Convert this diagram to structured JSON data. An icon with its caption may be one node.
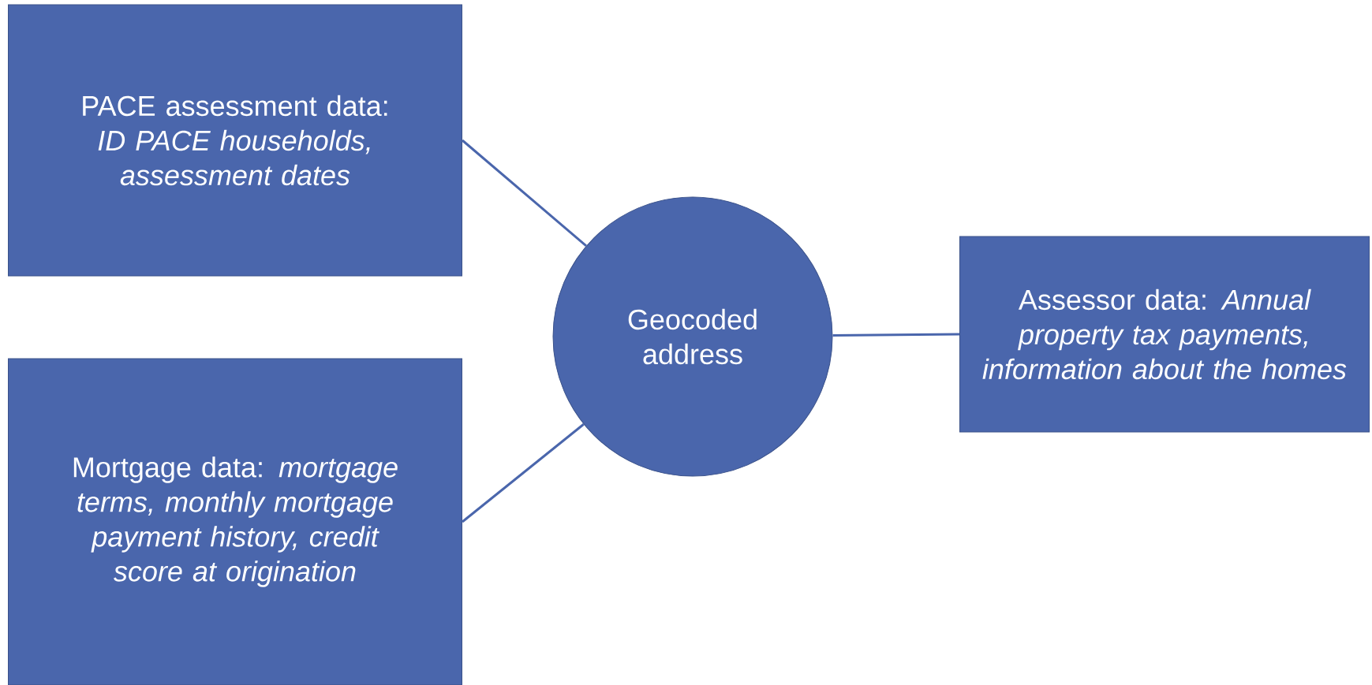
{
  "diagram": {
    "nodes": [
      {
        "text": [
          "PACE assessment data: *ID PACE households, assessment dates*"
        ]
      },
      {
        "text": [
          "Mortgage data: *mortgage terms, monthly mortgage payment history, credit score at origination*"
        ]
      },
      {
        "text": [
          "Geocoded address"
        ]
      },
      {
        "text": [
          "Assessor data: *Annual property tax payments, information about the homes*"
        ]
      }
    ],
    "edges": [
      {
        "from": 0,
        "to": 2,
        "arrow": "none"
      },
      {
        "from": 1,
        "to": 2,
        "arrow": "none"
      },
      {
        "from": 2,
        "to": 3,
        "arrow": "none"
      }
    ]
  }
}
